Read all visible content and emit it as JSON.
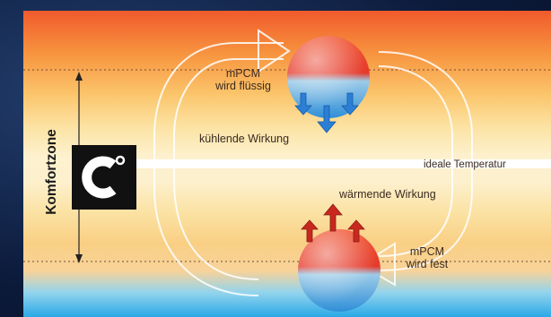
{
  "labels": {
    "comfort_zone": "Komfortzone",
    "ideal_temperature": "ideale Temperatur",
    "melting_line1": "mPCM",
    "melting_line2": "wird flüssig",
    "cooling_effect": "kühlende Wirkung",
    "warming_effect": "wärmende Wirkung",
    "solidify_line1": "mPCM",
    "solidify_line2": "wird fest"
  },
  "icons": {
    "temperature_symbol": "celsius-icon",
    "cool_arrows": "down-arrows-icon",
    "warm_arrows": "up-arrows-icon"
  },
  "colors": {
    "hot": "#f05a2c",
    "cold": "#2aa8e6",
    "sphere_top": "#e83a2a",
    "sphere_bottom": "#3aa7e6",
    "cool_arrow": "#2b7fd4",
    "warm_arrow": "#c8281e"
  }
}
